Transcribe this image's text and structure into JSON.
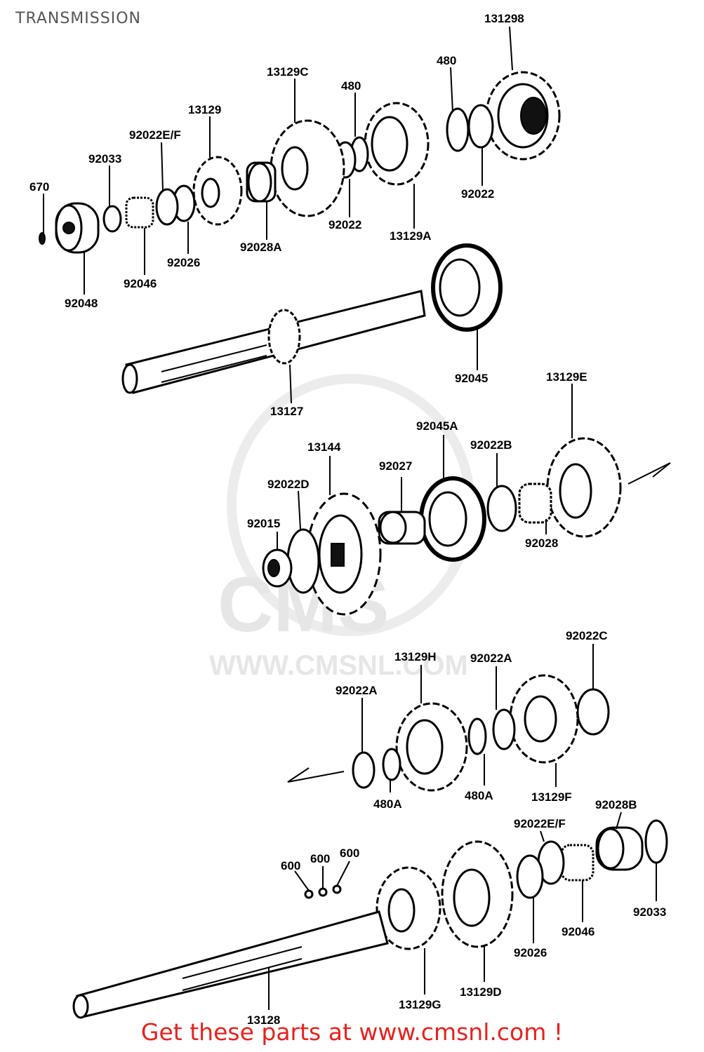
{
  "page": {
    "title": "TRANSMISSION"
  },
  "watermark": {
    "brand": "CMS",
    "url": "WWW.CMSNL.COM"
  },
  "footer": {
    "cta": "Get these parts at www.cmsnl.com !"
  },
  "colors": {
    "footer_text": "#e8211c",
    "title_text": "#555555",
    "line_art": "#000000"
  },
  "parts": [
    {
      "id": "p1",
      "number": "131298"
    },
    {
      "id": "p2",
      "number": "480"
    },
    {
      "id": "p3",
      "number": "13129C"
    },
    {
      "id": "p4",
      "number": "480"
    },
    {
      "id": "p5",
      "number": "13129"
    },
    {
      "id": "p6",
      "number": "92022E/F"
    },
    {
      "id": "p7",
      "number": "92033"
    },
    {
      "id": "p8",
      "number": "670"
    },
    {
      "id": "p9",
      "number": "92022"
    },
    {
      "id": "p10",
      "number": "92022"
    },
    {
      "id": "p11",
      "number": "13129A"
    },
    {
      "id": "p12",
      "number": "92028A"
    },
    {
      "id": "p13",
      "number": "92026"
    },
    {
      "id": "p14",
      "number": "92046"
    },
    {
      "id": "p15",
      "number": "92048"
    },
    {
      "id": "p16",
      "number": "92045"
    },
    {
      "id": "p17",
      "number": "13127"
    },
    {
      "id": "p18",
      "number": "13129E"
    },
    {
      "id": "p19",
      "number": "92045A"
    },
    {
      "id": "p20",
      "number": "13144"
    },
    {
      "id": "p21",
      "number": "92022B"
    },
    {
      "id": "p22",
      "number": "92027"
    },
    {
      "id": "p23",
      "number": "92022D"
    },
    {
      "id": "p24",
      "number": "92015"
    },
    {
      "id": "p25",
      "number": "92028"
    },
    {
      "id": "p26",
      "number": "92022C"
    },
    {
      "id": "p27",
      "number": "13129H"
    },
    {
      "id": "p28",
      "number": "92022A"
    },
    {
      "id": "p29",
      "number": "92022A"
    },
    {
      "id": "p30",
      "number": "480A"
    },
    {
      "id": "p31",
      "number": "480A"
    },
    {
      "id": "p32",
      "number": "13129F"
    },
    {
      "id": "p33",
      "number": "92028B"
    },
    {
      "id": "p34",
      "number": "92022E/F"
    },
    {
      "id": "p35",
      "number": "600"
    },
    {
      "id": "p36",
      "number": "600"
    },
    {
      "id": "p37",
      "number": "600"
    },
    {
      "id": "p38",
      "number": "92033"
    },
    {
      "id": "p39",
      "number": "92046"
    },
    {
      "id": "p40",
      "number": "92026"
    },
    {
      "id": "p41",
      "number": "13129D"
    },
    {
      "id": "p42",
      "number": "13129G"
    },
    {
      "id": "p43",
      "number": "13128"
    }
  ]
}
